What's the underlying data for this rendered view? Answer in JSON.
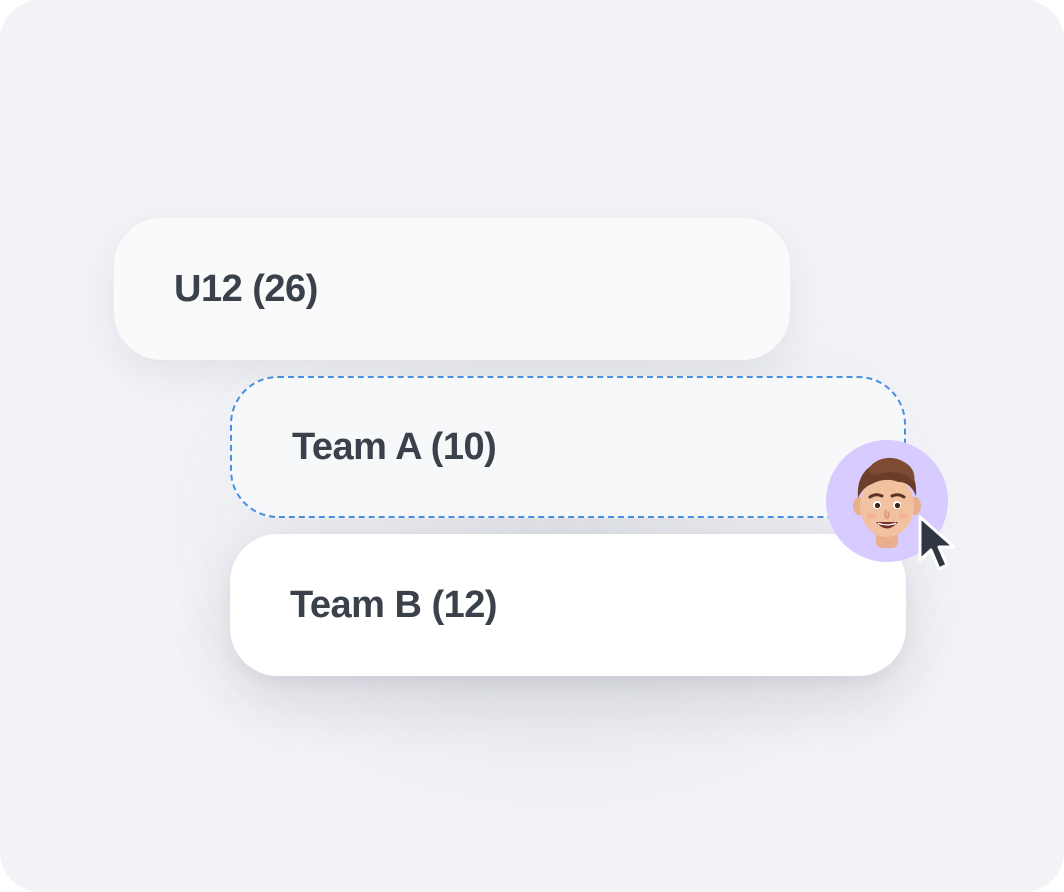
{
  "groups": {
    "parent": {
      "label": "U12 (26)"
    },
    "team_a": {
      "label": "Team A (10)"
    },
    "team_b": {
      "label": "Team B (12)"
    }
  },
  "avatar": {
    "icon": "memoji-avatar",
    "background": "#d7cbff"
  },
  "cursor": {
    "icon": "arrow-cursor-icon"
  },
  "colors": {
    "drop_target_border": "#4a90e2",
    "text": "#3a414a",
    "canvas": "#f2f3f7"
  }
}
